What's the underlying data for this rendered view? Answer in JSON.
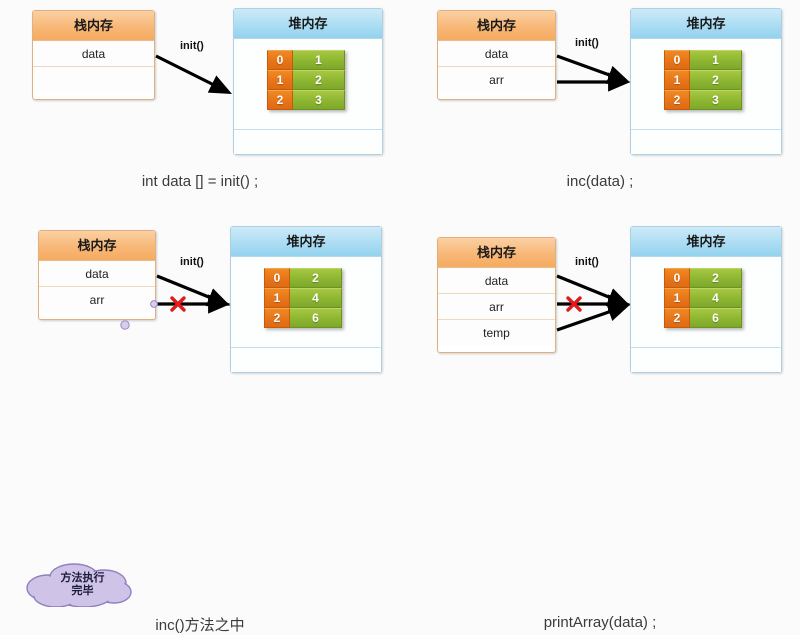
{
  "labels": {
    "stack_title": "栈内存",
    "heap_title": "堆内存",
    "arrow_label": "init()"
  },
  "colors": {
    "stack_header": "#f8b877",
    "heap_header": "#a9dcf3",
    "array_index": "#e8761a",
    "array_value": "#8fb733",
    "x_mark": "#e01b1b",
    "cloud_fill": "#cfc3e8",
    "cloud_stroke": "#8f7fc0"
  },
  "panels": [
    {
      "id": "panel-0",
      "caption": "int data [] = init() ;",
      "stack": {
        "title": "栈内存",
        "rows": [
          "data",
          ""
        ]
      },
      "heap": {
        "title": "堆内存",
        "array": {
          "indices": [
            "0",
            "1",
            "2"
          ],
          "values": [
            "1",
            "2",
            "3"
          ]
        }
      },
      "arrows": [
        {
          "from_row": "data",
          "label": "init()",
          "blocked": false
        }
      ],
      "cloud": null
    },
    {
      "id": "panel-1",
      "caption": "inc(data) ;",
      "stack": {
        "title": "栈内存",
        "rows": [
          "data",
          "arr"
        ]
      },
      "heap": {
        "title": "堆内存",
        "array": {
          "indices": [
            "0",
            "1",
            "2"
          ],
          "values": [
            "1",
            "2",
            "3"
          ]
        }
      },
      "arrows": [
        {
          "from_row": "data",
          "label": "init()",
          "blocked": false
        },
        {
          "from_row": "arr",
          "label": "",
          "blocked": false
        }
      ],
      "cloud": null
    },
    {
      "id": "panel-2",
      "caption": "inc()方法之中",
      "stack": {
        "title": "栈内存",
        "rows": [
          "data",
          "arr"
        ]
      },
      "heap": {
        "title": "堆内存",
        "array": {
          "indices": [
            "0",
            "1",
            "2"
          ],
          "values": [
            "2",
            "4",
            "6"
          ]
        }
      },
      "arrows": [
        {
          "from_row": "data",
          "label": "init()",
          "blocked": false
        },
        {
          "from_row": "arr",
          "label": "",
          "blocked": true
        }
      ],
      "cloud": {
        "line1": "方法执行",
        "line2": "完毕"
      }
    },
    {
      "id": "panel-3",
      "caption": "printArray(data) ;",
      "stack": {
        "title": "栈内存",
        "rows": [
          "data",
          "arr",
          "temp"
        ]
      },
      "heap": {
        "title": "堆内存",
        "array": {
          "indices": [
            "0",
            "1",
            "2"
          ],
          "values": [
            "2",
            "4",
            "6"
          ]
        }
      },
      "arrows": [
        {
          "from_row": "data",
          "label": "init()",
          "blocked": false
        },
        {
          "from_row": "arr",
          "label": "",
          "blocked": true
        },
        {
          "from_row": "temp",
          "label": "",
          "blocked": false
        }
      ],
      "cloud": null
    }
  ]
}
